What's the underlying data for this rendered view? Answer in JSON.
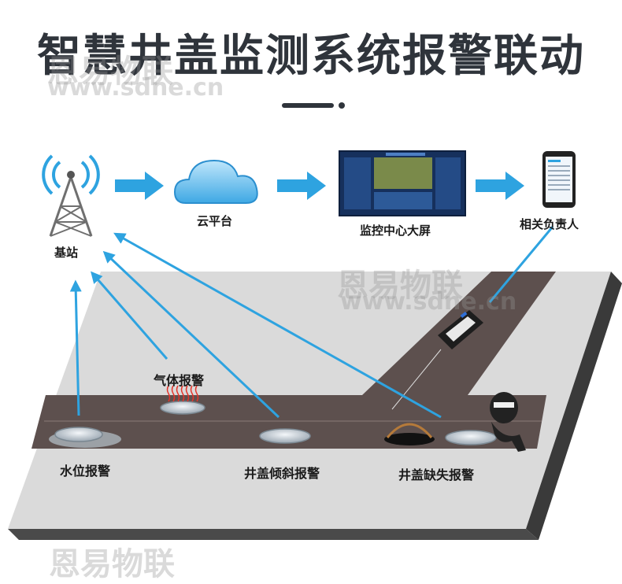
{
  "title": "智慧井盖监测系统报警联动",
  "nodes": {
    "base_station": "基站",
    "cloud": "云平台",
    "monitor": "监控中心大屏",
    "responsible": "相关负责人"
  },
  "alarms": {
    "water": "水位报警",
    "gas": "气体报警",
    "tilt": "井盖倾斜报警",
    "missing": "井盖缺失报警"
  },
  "watermarks": {
    "cn": "恩易物联",
    "url": "www.sdne.cn"
  },
  "colors": {
    "title": "#2f343b",
    "arrow": "#2ea3e0",
    "road": "#5a4d4c",
    "ground": "#d8d8d8"
  }
}
